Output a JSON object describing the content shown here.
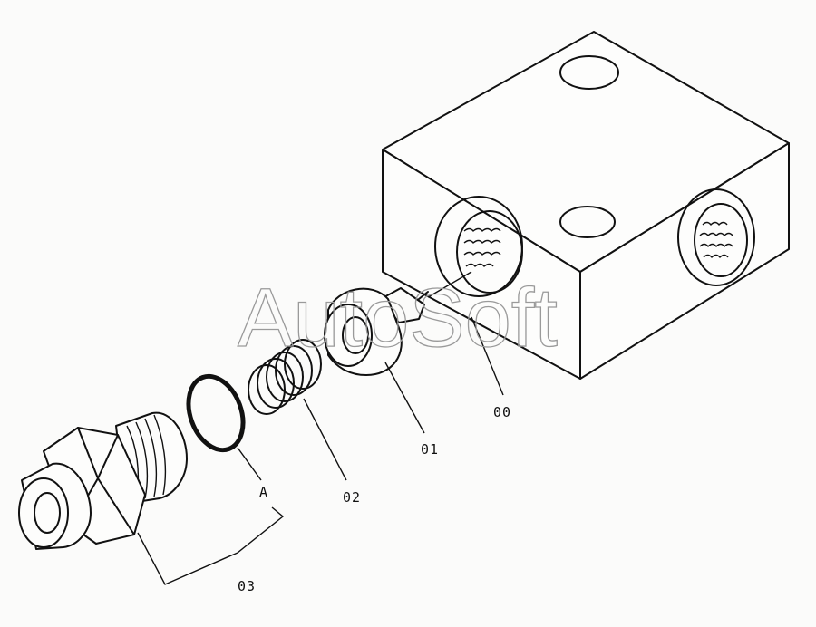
{
  "watermark": "AutoSoft",
  "callouts": {
    "valve_body": "00",
    "poppet": "01",
    "spring": "02",
    "connector_assembly": "03",
    "o_ring_detail": "A"
  }
}
